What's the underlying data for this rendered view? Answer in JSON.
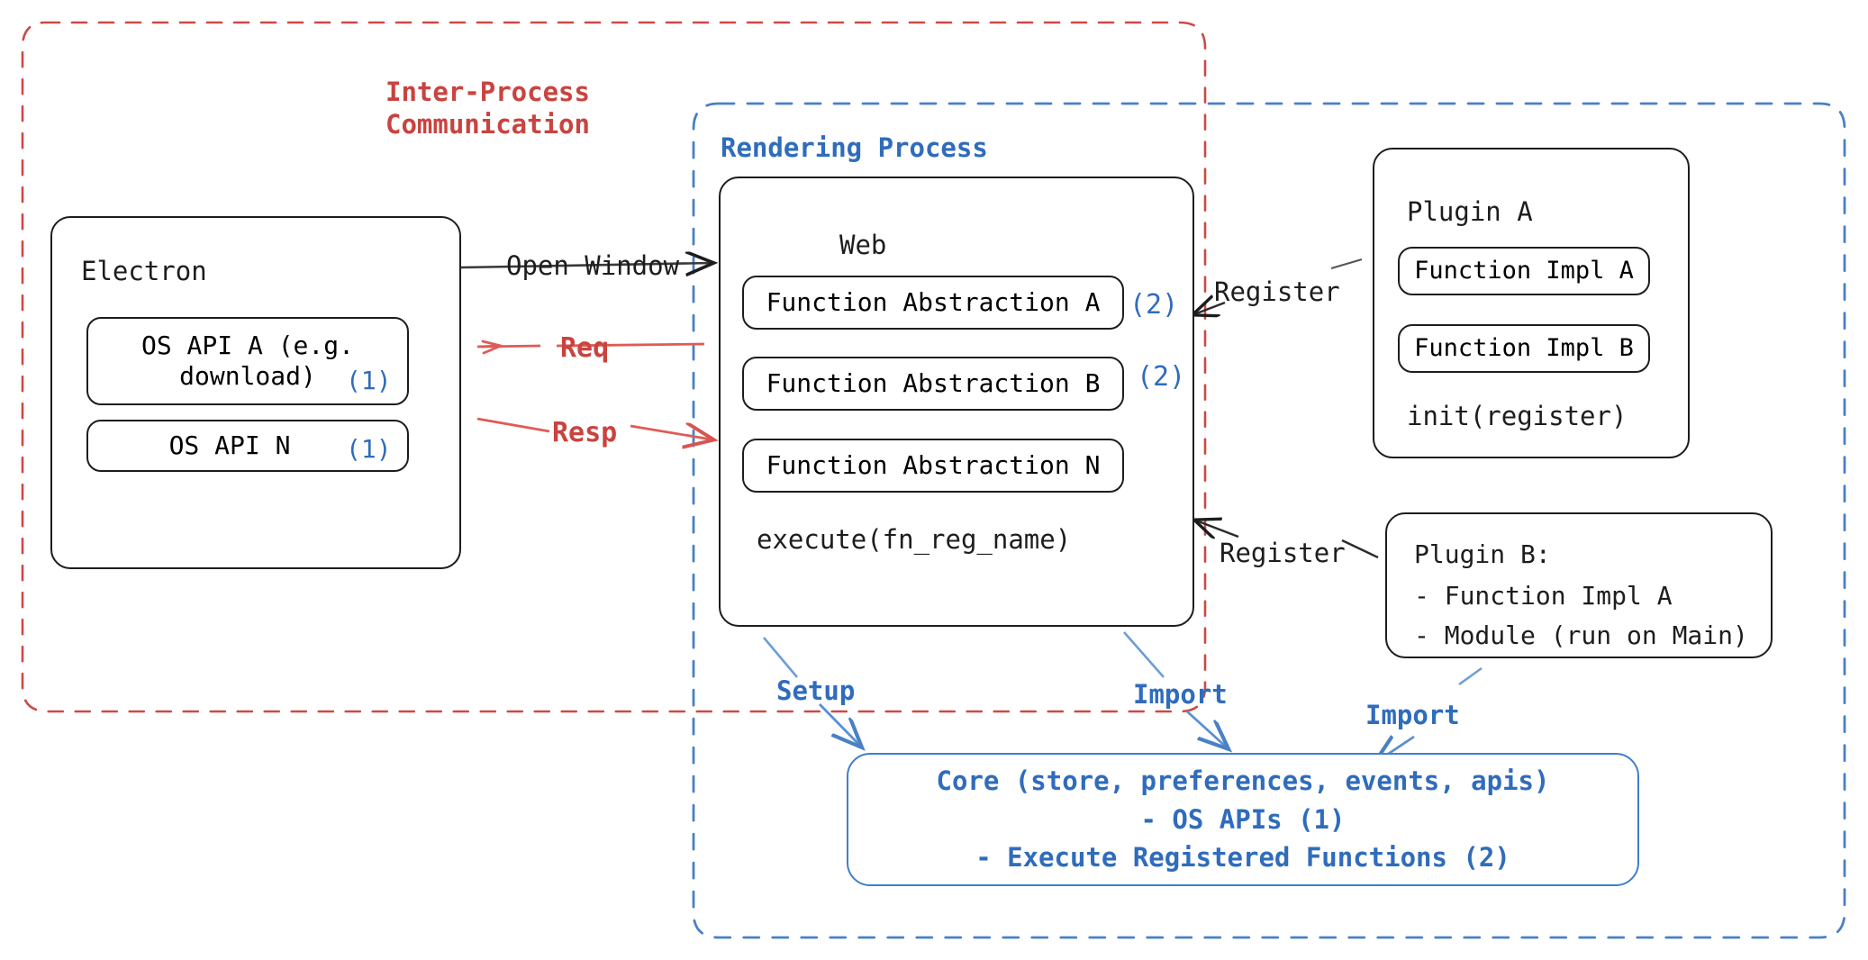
{
  "diagram": {
    "title_ipc": "Inter-Process\nCommunication",
    "title_rendering": "Rendering Process",
    "electron": {
      "title": "Electron",
      "apis": [
        {
          "label": "OS API A (e.g.\ndownload)",
          "marker": "(1)"
        },
        {
          "label": "OS API N",
          "marker": "(1)"
        }
      ]
    },
    "web": {
      "title": "Web",
      "abstractions": [
        {
          "label": "Function Abstraction A",
          "marker": "(2)"
        },
        {
          "label": "Function Abstraction B",
          "marker": "(2)"
        },
        {
          "label": "Function Abstraction N",
          "marker": ""
        }
      ],
      "execute": "execute(fn_reg_name)"
    },
    "plugin_a": {
      "title": "Plugin A",
      "functions": [
        "Function Impl A",
        "Function Impl B"
      ],
      "init": "init(register)"
    },
    "plugin_b": {
      "lines": [
        "Plugin B:",
        "- Function Impl A",
        "- Module (run on Main)"
      ]
    },
    "core": {
      "lines": [
        "Core (store, preferences, events, apis)",
        "- OS APIs (1)",
        "- Execute Registered Functions (2)"
      ]
    },
    "edges": {
      "open_window": "Open Window",
      "req": "Req",
      "resp": "Resp",
      "register_a": "Register",
      "register_b": "Register",
      "setup": "Setup",
      "import_web": "Import",
      "import_plugin_b": "Import"
    },
    "colors": {
      "red": "#c9433f",
      "blue": "#2f6cbc",
      "blue_dash": "#4a80c6",
      "ink": "#1d1d1d"
    }
  }
}
